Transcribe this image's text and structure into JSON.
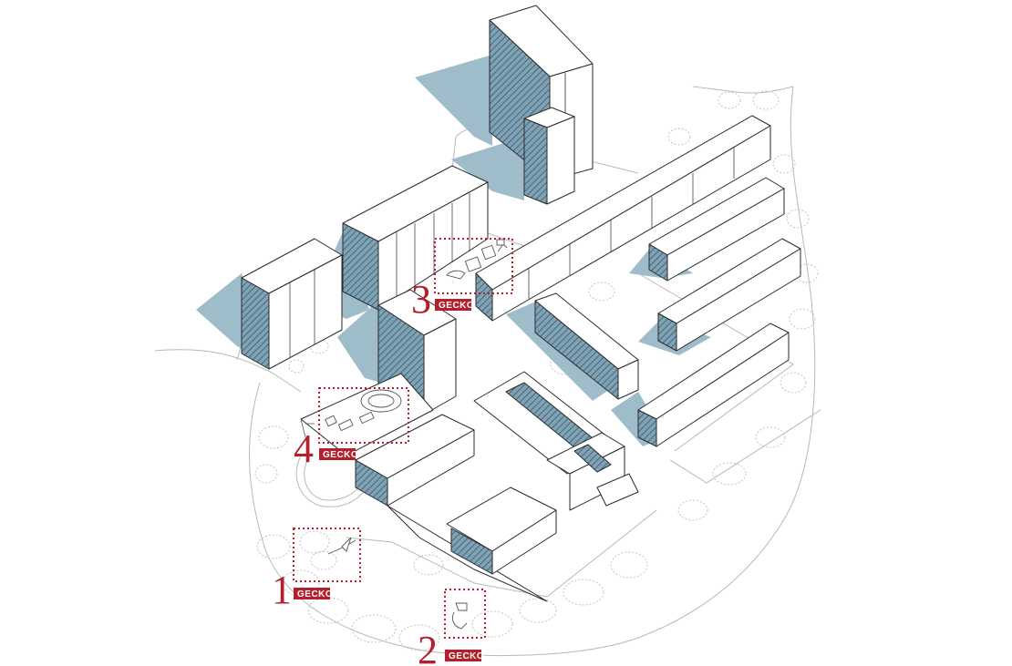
{
  "colors": {
    "accent": "#b41f2b",
    "shadow": "#9fbccb",
    "hatch_fill": "#7fa3b5",
    "line": "#2a2a2a"
  },
  "labels": [
    {
      "number": "1",
      "badge": "GECKO"
    },
    {
      "number": "2",
      "badge": "GECKO"
    },
    {
      "number": "3",
      "badge": "GECKO"
    },
    {
      "number": "4",
      "badge": "GECKO"
    }
  ]
}
